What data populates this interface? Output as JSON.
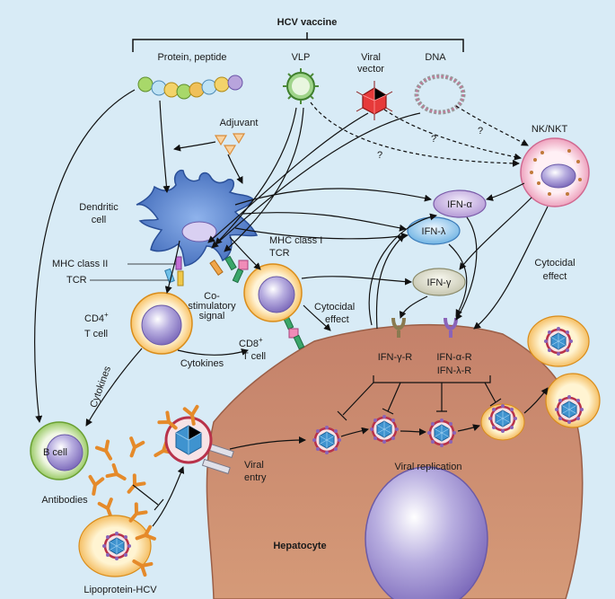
{
  "title": "HCV vaccine",
  "vaccine_types": {
    "protein": "Protein, peptide",
    "vlp": "VLP",
    "viral_vector_1": "Viral",
    "viral_vector_2": "vector",
    "dna": "DNA"
  },
  "labels": {
    "adjuvant": "Adjuvant",
    "dendritic_1": "Dendritic",
    "dendritic_2": "cell",
    "mhc1": "MHC class I",
    "tcr_right": "TCR",
    "mhc2": "MHC class II",
    "tcr_left": "TCR",
    "costim_1": "Co-",
    "costim_2": "stimulatory",
    "costim_3": "signal",
    "cd4_1": "CD4",
    "cd4_sup": "+",
    "cd4_2": "T cell",
    "cd8_1": "CD8",
    "cd8_sup": "+",
    "cd8_2": "T cell",
    "cytokines_a": "Cytokines",
    "cytokines_b": "Cytokines",
    "cytocidal_1": "Cytocidal",
    "cytocidal_2": "effect",
    "cytocidal_nk_1": "Cytocidal",
    "cytocidal_nk_2": "effect",
    "nknkt": "NK/NKT",
    "ifn_alpha": "IFN-α",
    "ifn_lambda": "IFN-λ",
    "ifn_gamma": "IFN-γ",
    "ifn_gamma_r": "IFN-γ-R",
    "ifn_alpha_r": "IFN-α-R",
    "ifn_lambda_r": "IFN-λ-R",
    "b_cell": "B cell",
    "antibodies": "Antibodies",
    "viral_entry_1": "Viral",
    "viral_entry_2": "entry",
    "viral_replication": "Viral replication",
    "hepatocyte": "Hepatocyte",
    "lipoprotein": "Lipoprotein-HCV",
    "q1": "?",
    "q2": "?",
    "q3": "?"
  },
  "colors": {
    "background": "#d8ebf6",
    "hepatocyte": "#c98a6e",
    "dendritic": "#5b86cc",
    "tcell": "#fde9bd",
    "nucleus": "#a79ad3",
    "ifn_purple": "#c9b4e0",
    "ifn_blue": "#8fc4ea",
    "ifn_gray": "#d9d9c8",
    "bcell": "#b6d98a",
    "nk": "#f4c7d6",
    "virus": "#3f93cf"
  }
}
